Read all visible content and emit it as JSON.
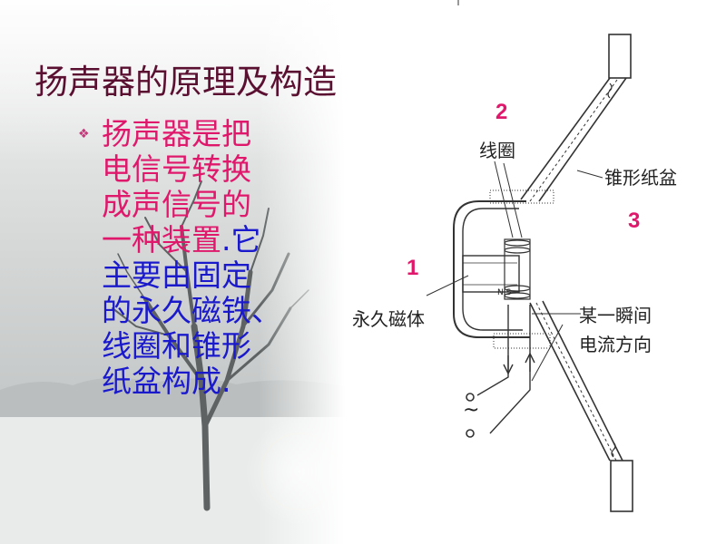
{
  "slide": {
    "title": "扬声器的原理及构造",
    "bullet_icon": "diamond-bullet-icon",
    "body_lines": [
      {
        "text": "扬声器是把",
        "color": "#e0186c"
      },
      {
        "text": "电信号转换",
        "color": "#e0186c"
      },
      {
        "text": "成声信号的",
        "color": "#e0186c"
      },
      {
        "text": "一种装置.它",
        "color": "mixed"
      },
      {
        "text": "主要由固定",
        "color": "#1a1acc"
      },
      {
        "text": "的永久磁铁、",
        "color": "#1a1acc"
      },
      {
        "text": "线圈和锥形",
        "color": "#1a1acc"
      },
      {
        "text": "纸盆构成.",
        "color": "#1a1acc"
      }
    ],
    "body_line4_parts": [
      "一种装置",
      ".它"
    ]
  },
  "diagram": {
    "labels": {
      "coil": "线圈",
      "cone": "锥形纸盆",
      "magnet": "永久磁体",
      "current1": "某一瞬间",
      "current2": "电流方向",
      "poles": "N S"
    },
    "numbers": {
      "n1": "1",
      "n2": "2",
      "n3": "3"
    },
    "ac_symbol": "~"
  },
  "colors": {
    "title": "#5a1030",
    "pink": "#e0186c",
    "blue": "#1a1acc",
    "accent": "#e0186c"
  }
}
